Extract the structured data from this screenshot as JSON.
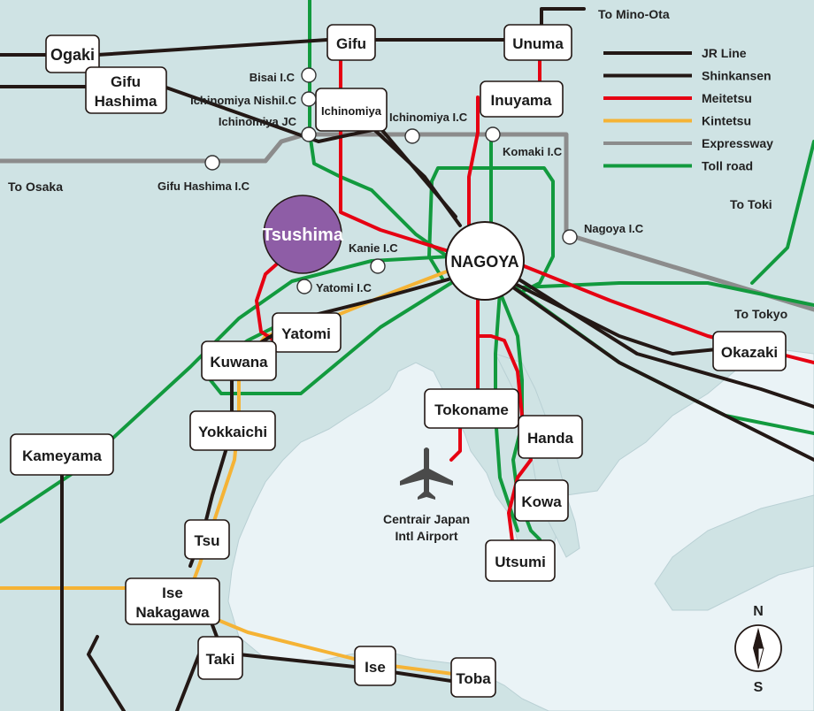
{
  "directions": {
    "mino_ota": "To Mino-Ota",
    "osaka": "To Osaka",
    "toki": "To Toki",
    "tokyo": "To Tokyo"
  },
  "legend": [
    {
      "label": "JR Line",
      "color": "#231815"
    },
    {
      "label": "Shinkansen",
      "color": "#231815"
    },
    {
      "label": "Meitetsu",
      "color": "#e60012"
    },
    {
      "label": "Kintetsu",
      "color": "#f5b335"
    },
    {
      "label": "Expressway",
      "color": "#8c8c8c"
    },
    {
      "label": "Toll road",
      "color": "#129a3e"
    }
  ],
  "stations": {
    "ogaki": "Ogaki",
    "gifu_hashima_1": "Gifu",
    "gifu_hashima_2": "Hashima",
    "gifu": "Gifu",
    "unuma": "Unuma",
    "ichinomiya": "Ichinomiya",
    "inuyama": "Inuyama",
    "nagoya": "NAGOYA",
    "tsushima": "Tsushima",
    "yatomi": "Yatomi",
    "kuwana": "Kuwana",
    "yokkaichi": "Yokkaichi",
    "kameyama": "Kameyama",
    "tsu": "Tsu",
    "ise_nakagawa_1": "Ise",
    "ise_nakagawa_2": "Nakagawa",
    "taki": "Taki",
    "ise": "Ise",
    "toba": "Toba",
    "okazaki": "Okazaki",
    "tokoname": "Tokoname",
    "handa": "Handa",
    "kowa": "Kowa",
    "utsumi": "Utsumi"
  },
  "interchanges": {
    "bisai": "Bisai I.C",
    "ichinomiya_nishi": "Ichinomiya Nishil.C",
    "ichinomiya_jc": "Ichinomiya JC",
    "ichinomiya_ic": "Ichinomiya I.C",
    "komaki": "Komaki I.C",
    "gifu_hashima": "Gifu Hashima I.C",
    "nagoya_ic": "Nagoya I.C",
    "kanie": "Kanie I.C",
    "yatomi_ic": "Yatomi I.C"
  },
  "airport": {
    "line1": "Centrair Japan",
    "line2": "Intl Airport",
    "icon": "airplane-icon"
  },
  "compass": {
    "north": "N",
    "south": "S"
  },
  "colors": {
    "land": "#cfe3e4",
    "sea": "#eaf3f6",
    "jr": "#231815",
    "meitetsu": "#e60012",
    "kintetsu": "#f5b335",
    "expressway": "#8c8c8c",
    "toll": "#129a3e",
    "tsushima": "#8e5da6"
  }
}
